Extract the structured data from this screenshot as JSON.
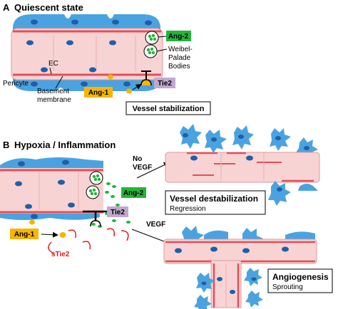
{
  "panel_a": {
    "letter": "A",
    "title": "Quiescent state",
    "labels": {
      "ang2": "Ang-2",
      "weibel_line1": "Weibel-",
      "weibel_line2": "Palade",
      "weibel_line3": "Bodies",
      "ec": "EC",
      "pericyte": "Pericyte",
      "basement_line1": "Basement",
      "basement_line2": "membrane",
      "ang1": "Ang-1",
      "tie2": "Tie2",
      "outcome": "Vessel stabilization"
    }
  },
  "panel_b": {
    "letter": "B",
    "title": "Hypoxia  / Inflammation",
    "labels": {
      "no_vegf_line1": "No",
      "no_vegf_line2": "VEGF",
      "ang2": "Ang-2",
      "tie2": "Tie2",
      "ang1": "Ang-1",
      "stie2": "sTie2",
      "vegf": "VEGF",
      "destab_title": "Vessel destabilization",
      "destab_sub": "Regression",
      "angio_title": "Angiogenesis",
      "angio_sub": "Sprouting"
    }
  },
  "colors": {
    "cell_blue": "#4aa3e0",
    "nucleus": "#1f5fa8",
    "vessel_pink": "#f8d3d3",
    "membrane_red": "#e0505a",
    "ang2_green": "#22b53a",
    "ang1_yellow": "#f7b500",
    "tie2_purple": "#c0a8cf",
    "stie2_red": "#e01b1b"
  }
}
